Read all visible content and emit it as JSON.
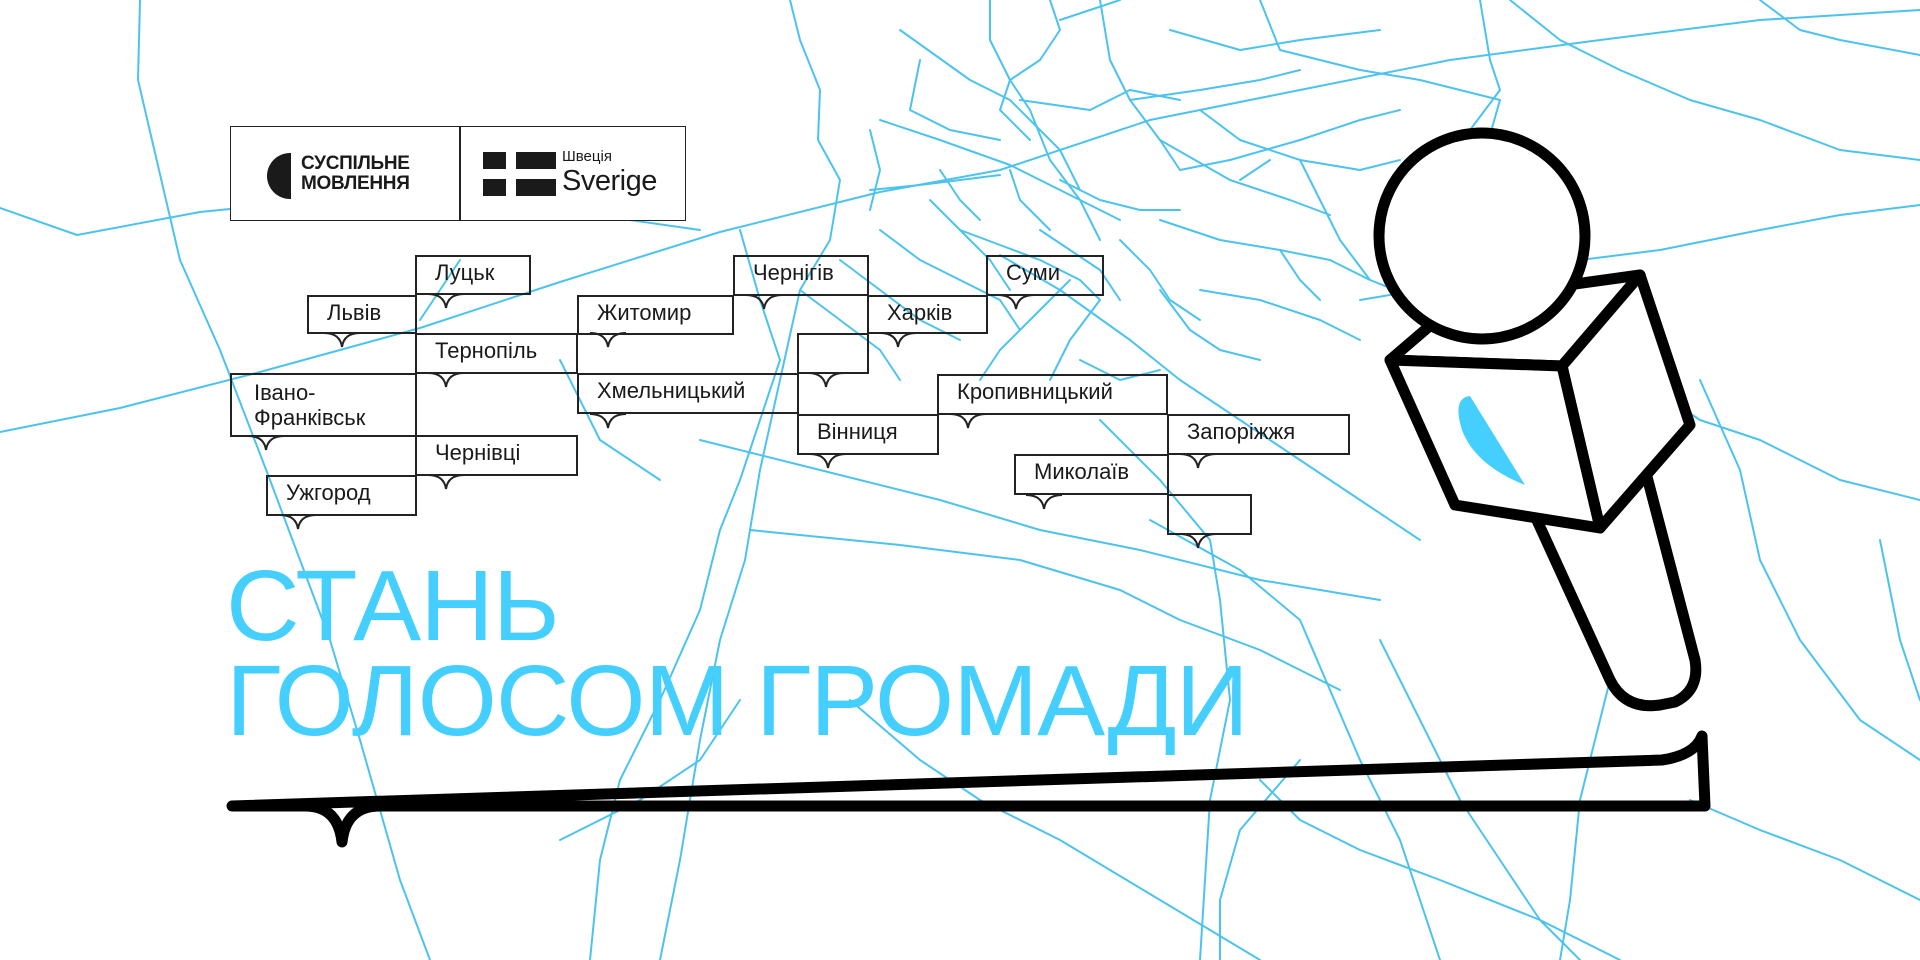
{
  "logos": {
    "suspilne": {
      "line1": "СУСПІЛЬНЕ",
      "line2": "МОВЛЕННЯ"
    },
    "sweden": {
      "small": "Швеція",
      "big": "Sverige"
    }
  },
  "cities": [
    {
      "id": "lutsk",
      "label": "Луцьк"
    },
    {
      "id": "lviv",
      "label": "Львів"
    },
    {
      "id": "ternopil",
      "label": "Тернопіль"
    },
    {
      "id": "ivano-frankivsk",
      "label_line1": "Івано-",
      "label_line2": "Франківськ"
    },
    {
      "id": "chernivtsi",
      "label": "Чернівці"
    },
    {
      "id": "uzhhorod",
      "label": "Ужгород"
    },
    {
      "id": "zhytomyr",
      "label": "Житомир"
    },
    {
      "id": "chernihiv",
      "label": "Чернігів"
    },
    {
      "id": "khmelnytskyi",
      "label": "Хмельницький"
    },
    {
      "id": "vinnytsia",
      "label": "Вінниця"
    },
    {
      "id": "kharkiv",
      "label": "Харків"
    },
    {
      "id": "sumy",
      "label": "Суми"
    },
    {
      "id": "kropyvnytskyi",
      "label": "Кропивницький"
    },
    {
      "id": "zaporizhzhia",
      "label": "Запоріжжя"
    },
    {
      "id": "mykolaiv",
      "label": "Миколаїв"
    }
  ],
  "headline": {
    "line1": "СТАНЬ",
    "line2": "ГОЛОСОМ ГРОМАДИ"
  },
  "colors": {
    "accent": "#44cfff",
    "map_lines": "#4cc3ee",
    "ink": "#1a1a1a",
    "background": "#ffffff"
  },
  "icons": {
    "microphone": "microphone-icon",
    "suspilne_mark": "half-circle-logo-icon",
    "swedish_flag": "swedish-flag-icon"
  }
}
